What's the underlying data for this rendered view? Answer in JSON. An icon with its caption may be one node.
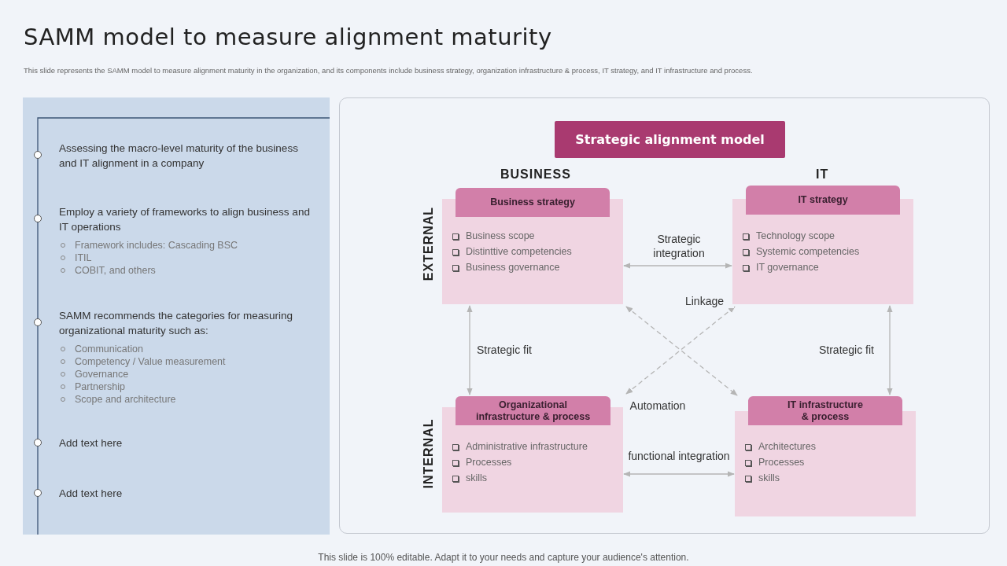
{
  "diagram": {
    "title": "SAMM model to measure alignment maturity",
    "caption": "This slide is 100% editable. Adapt it to your needs and capture your audience's attention.",
    "nodes": [
      {
        "text": [
          "Strategic alignment model"
        ]
      },
      {
        "text": [
          "Business strategy",
          "Business scope",
          "Distinttive competencies",
          "Business governance"
        ]
      },
      {
        "text": [
          "IT strategy",
          "Technology scope",
          "Systemic competencies",
          "IT governance"
        ]
      },
      {
        "text": [
          "Organizational infrastructure & process",
          "Administrative infrastructure",
          "Processes",
          "skills"
        ]
      },
      {
        "text": [
          "IT infrastructure & process",
          "Architectures",
          "Processes",
          "skills"
        ]
      }
    ],
    "edges": [
      {
        "from": 1,
        "to": 2,
        "arrow": "both",
        "label": "Strategic integration"
      },
      {
        "from": 1,
        "to": 3,
        "arrow": "both",
        "label": "Strategic fit"
      },
      {
        "from": 2,
        "to": 4,
        "arrow": "both",
        "label": "Strategic fit"
      },
      {
        "from": 3,
        "to": 4,
        "arrow": "both",
        "label": "functional integration"
      },
      {
        "from": 1,
        "to": 4,
        "arrow": "both",
        "style": "dashed"
      },
      {
        "from": 3,
        "to": 2,
        "arrow": "both",
        "style": "dashed"
      }
    ],
    "labels": [
      "This slide represents the SAMM model to measure alignment maturity in the organization, and its components include business strategy, organization infrastructure & process, IT strategy, and IT infrastructure and process.",
      "Assessing the macro-level maturity of the business and IT alignment in a company",
      "Employ a variety of frameworks to align business and IT operations",
      "Framework includes: Cascading BSC",
      "ITIL",
      "COBIT, and others",
      "SAMM recommends the categories for measuring organizational maturity such as:",
      "Communication",
      "Competency / Value measurement",
      "Governance",
      "Partnership",
      "Scope and architecture",
      "Add text here",
      "Add text here",
      "BUSINESS",
      "IT",
      "EXTERNAL",
      "INTERNAL",
      "Linkage",
      "Automation"
    ]
  }
}
